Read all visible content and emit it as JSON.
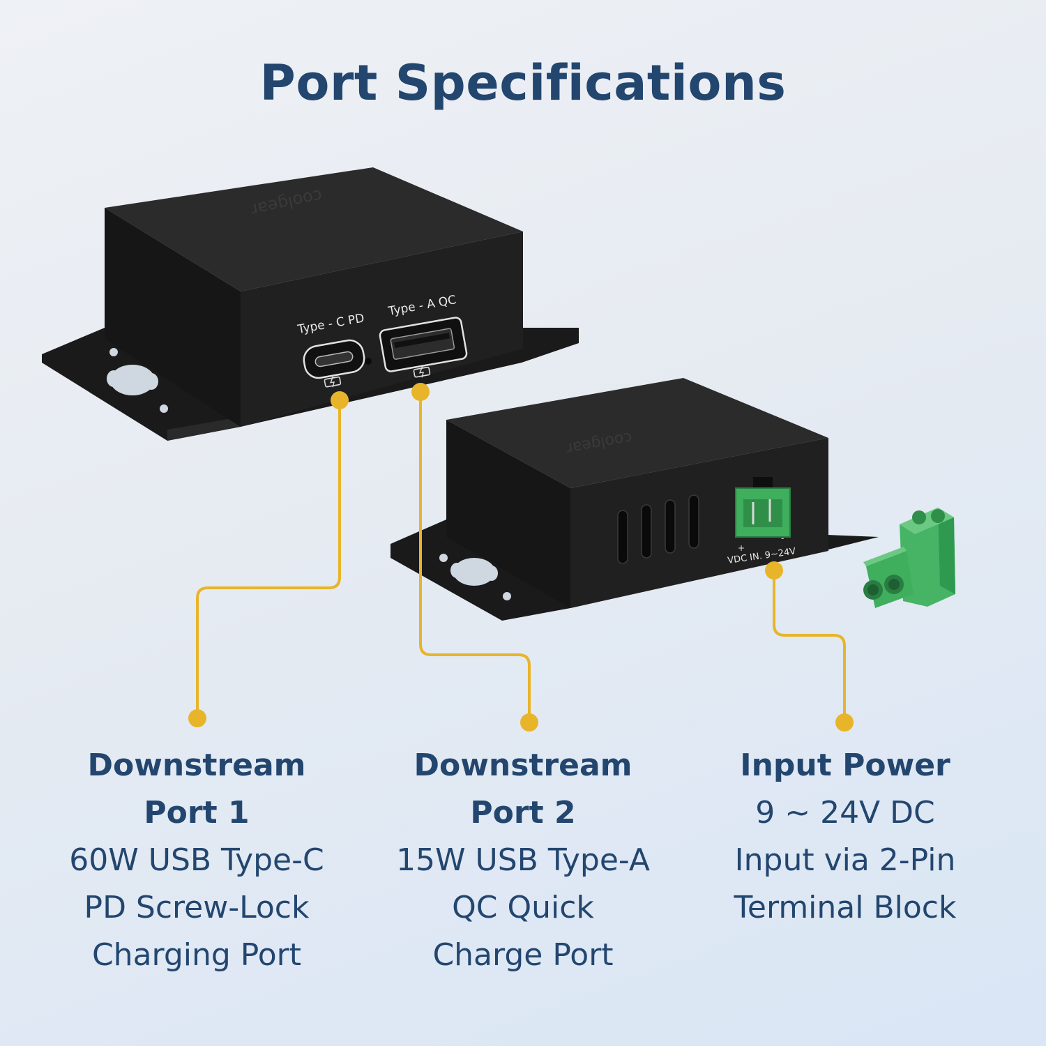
{
  "title": "Port Specifications",
  "device": {
    "brand": "coolgear",
    "front_port_c_label": "Type - C PD",
    "front_port_a_label": "Type - A QC",
    "rear_plus": "+",
    "rear_minus": "-",
    "rear_label": "VDC IN. 9~24V"
  },
  "callouts": [
    {
      "heading": [
        "Downstream",
        "Port 1"
      ],
      "body": [
        "60W USB Type-C",
        "PD Screw-Lock",
        "Charging Port"
      ]
    },
    {
      "heading": [
        "Downstream",
        "Port 2"
      ],
      "body": [
        "15W USB Type-A",
        "QC Quick",
        "Charge Port"
      ]
    },
    {
      "heading": [
        "Input Power"
      ],
      "body": [
        "9 ~ 24V DC",
        "Input via 2-Pin",
        "Terminal Block"
      ]
    }
  ],
  "colors": {
    "title": "#23466f",
    "leader": "#e8b52a",
    "device": "#1c1c1c",
    "terminal": "#49b567"
  }
}
